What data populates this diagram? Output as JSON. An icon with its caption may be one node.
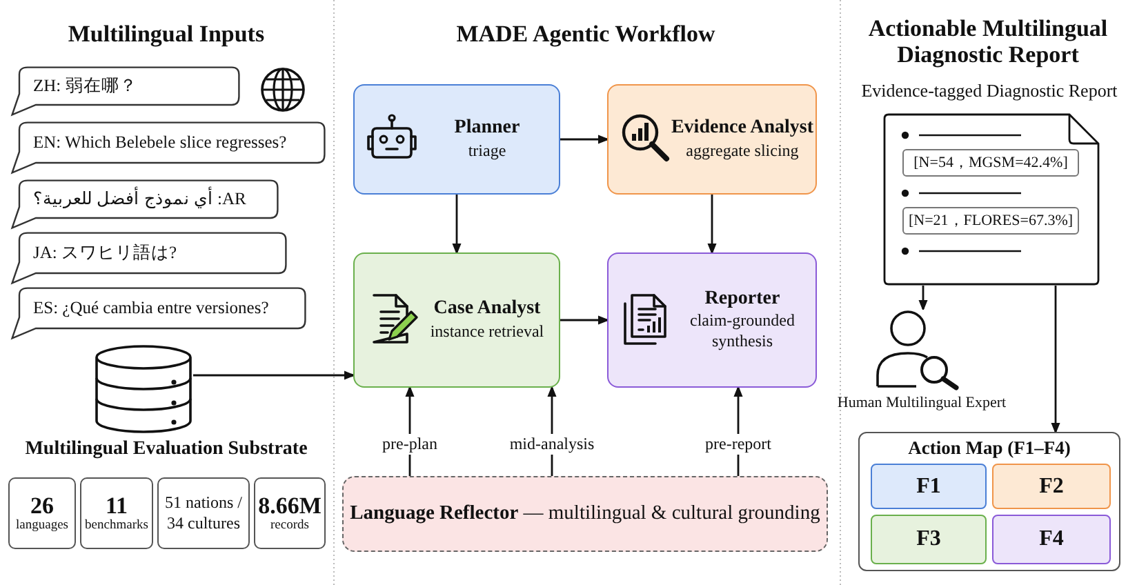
{
  "diagram": {
    "nodes": [
      {
        "text": [
          "ZH: 弱在哪？"
        ]
      },
      {
        "text": [
          "EN: Which Belebele slice regresses?"
        ]
      },
      {
        "text": [
          "AR: أي نموذج أفضل للعربية؟"
        ]
      },
      {
        "text": [
          "JA: スワヒリ語は?"
        ]
      },
      {
        "text": [
          "ES: ¿Qué cambia entre versiones?"
        ]
      },
      {
        "text": [],
        "shape": "cylinder",
        "beside": [
          "Multilingual Evaluation Substrate"
        ]
      },
      {
        "text": [
          "26",
          "languages"
        ]
      },
      {
        "text": [
          "11",
          "benchmarks"
        ]
      },
      {
        "text": [
          "51 nations /",
          "34 cultures"
        ]
      },
      {
        "text": [
          "8.66M",
          "records"
        ]
      },
      {
        "text": [
          "Planner",
          "triage"
        ]
      },
      {
        "text": [
          "Evidence Analyst",
          "aggregate slicing"
        ]
      },
      {
        "text": [
          "Case Analyst",
          "instance retrieval"
        ]
      },
      {
        "text": [
          "Reporter",
          "claim-grounded synthesis"
        ]
      },
      {
        "text": [
          "**Language Reflector** — multilingual & cultural grounding"
        ]
      },
      {
        "text": [
          "[N=54，MGSM=42.4%]",
          "[N=21，FLORES=67.3%]"
        ],
        "beside": [
          "Evidence-tagged Diagnostic Report"
        ]
      },
      {
        "text": [],
        "shape": "person",
        "beside": [
          "Human Multilingual Expert"
        ]
      },
      {
        "text": [
          "Action Map (F1–F4)"
        ]
      },
      {
        "text": [
          "F1"
        ],
        "in": 17
      },
      {
        "text": [
          "F2"
        ],
        "in": 17
      },
      {
        "text": [
          "F3"
        ],
        "in": 17
      },
      {
        "text": [
          "F4"
        ],
        "in": 17
      }
    ],
    "edges": [
      {
        "from": 5,
        "to": 12,
        "arrow": "to"
      },
      {
        "from": 10,
        "to": 11,
        "arrow": "to"
      },
      {
        "from": 10,
        "to": 12,
        "arrow": "to"
      },
      {
        "from": 11,
        "to": 13,
        "arrow": "to"
      },
      {
        "from": 12,
        "to": 13,
        "arrow": "to"
      },
      {
        "from": 14,
        "to": 12,
        "arrow": "to",
        "label": "pre-plan"
      },
      {
        "from": 14,
        "to": 12,
        "arrow": "to",
        "label": "mid-analysis"
      },
      {
        "from": 14,
        "to": 13,
        "arrow": "to",
        "label": "pre-report"
      },
      {
        "from": 15,
        "to": 16,
        "arrow": "to"
      },
      {
        "from": 15,
        "to": 17,
        "arrow": "to"
      }
    ],
    "labels": [
      "Multilingual Inputs",
      "MADE Agentic Workflow",
      "Actionable Multilingual Diagnostic Report"
    ]
  }
}
